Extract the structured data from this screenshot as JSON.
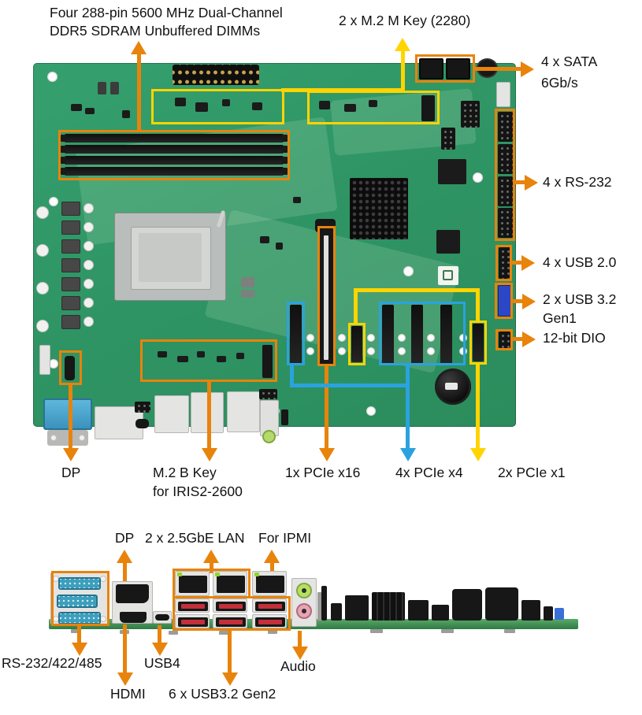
{
  "colors": {
    "orange": "#e8830b",
    "yellow": "#ffd400",
    "blue": "#2ba2e0",
    "pcb_green": "#2f9565",
    "text": "#111111"
  },
  "main_board": {
    "callouts": {
      "dimm": {
        "line1": "Four 288-pin 5600 MHz Dual-Channel",
        "line2": "DDR5 SDRAM Unbuffered DIMMs"
      },
      "m2_m_key": "2 x M.2 M Key (2280)",
      "sata": {
        "line1": "4 x SATA",
        "line2": "6Gb/s"
      },
      "rs232": "4 x RS-232",
      "usb2": "4 x USB 2.0",
      "usb32_gen1": {
        "line1": "2 x USB 3.2",
        "line2": "Gen1"
      },
      "dio": "12-bit DIO",
      "dp": "DP",
      "m2_b_key": {
        "line1": "M.2 B Key",
        "line2": "for IRIS2-2600"
      },
      "pcie_x16": "1x PCIe x16",
      "pcie_x4": "4x PCIe x4",
      "pcie_x1": "2x PCIe x1"
    }
  },
  "io_panel": {
    "callouts": {
      "dp": "DP",
      "lan": "2 x 2.5GbE LAN",
      "ipmi": "For IPMI",
      "rs232": "RS-232/422/485",
      "usb4": "USB4",
      "hdmi": "HDMI",
      "usb32_gen2": "6 x USB3.2 Gen2",
      "audio": "Audio"
    }
  }
}
